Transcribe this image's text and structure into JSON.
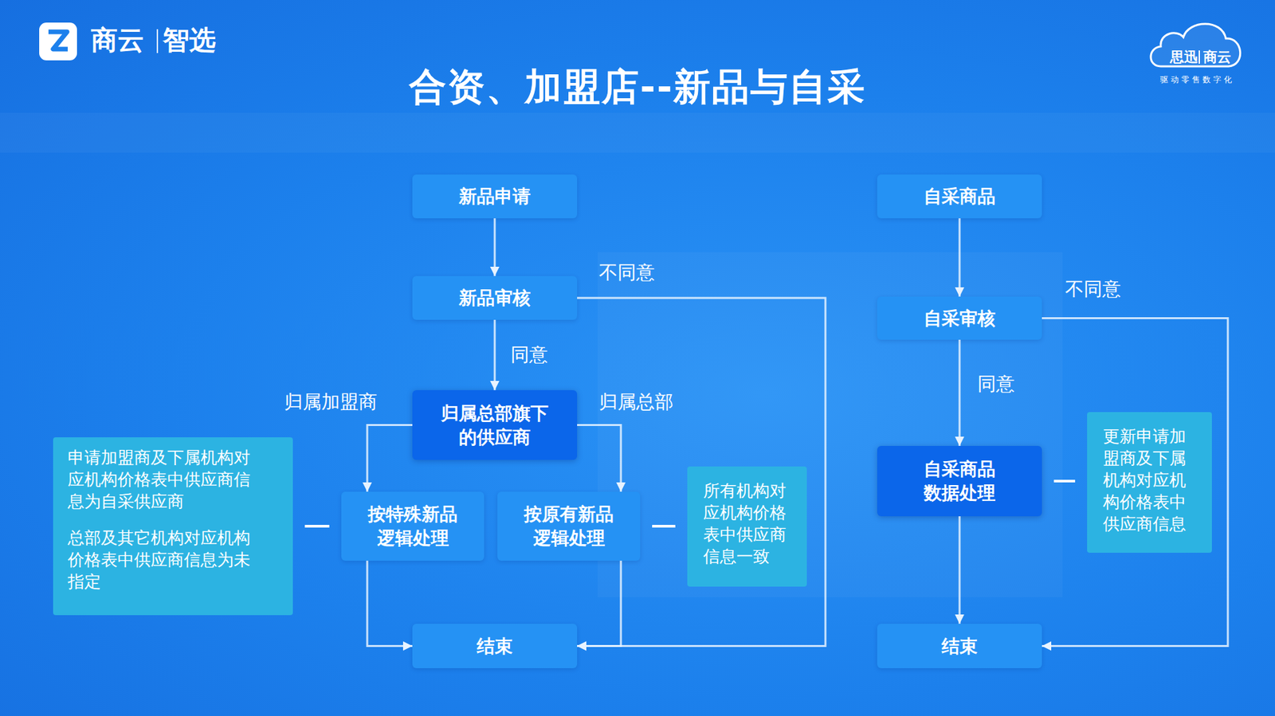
{
  "diagram": {
    "title": "合资、加盟店--新品与自采",
    "nodes": [
      {
        "text": [
          "新品申请"
        ]
      },
      {
        "text": [
          "新品审核"
        ]
      },
      {
        "text": [
          "归属总部旗下的供应商"
        ]
      },
      {
        "text": [
          "按特殊新品逻辑处理"
        ]
      },
      {
        "text": [
          "按原有新品逻辑处理"
        ]
      },
      {
        "text": [
          "结束"
        ]
      },
      {
        "text": [
          "申请加盟商及下属机构对应机构价格表中供应商信息为自采供应商",
          "总部及其它机构对应机构价格表中供应商信息为未指定"
        ]
      },
      {
        "text": [
          "所有机构对应机构价格表中供应商信息一致"
        ]
      },
      {
        "text": [
          "自采商品"
        ]
      },
      {
        "text": [
          "自采审核"
        ]
      },
      {
        "text": [
          "自采商品数据处理"
        ]
      },
      {
        "text": [
          "更新申请加盟商及下属机构对应机构价格表中供应商信息"
        ]
      },
      {
        "text": [
          "结束"
        ]
      }
    ],
    "edges": [
      {
        "from": 0,
        "to": 1,
        "arrow": "to"
      },
      {
        "from": 1,
        "to": 2,
        "label": "同意",
        "arrow": "to"
      },
      {
        "from": 1,
        "to": 5,
        "label": "不同意",
        "arrow": "to"
      },
      {
        "from": 2,
        "to": 3,
        "label": "归属加盟商",
        "arrow": "to"
      },
      {
        "from": 2,
        "to": 4,
        "label": "归属总部",
        "arrow": "to"
      },
      {
        "from": 3,
        "to": 5,
        "arrow": "to"
      },
      {
        "from": 4,
        "to": 5,
        "arrow": "to"
      },
      {
        "from": 3,
        "to": 6,
        "arrow": "none"
      },
      {
        "from": 4,
        "to": 7,
        "arrow": "none"
      },
      {
        "from": 8,
        "to": 9,
        "arrow": "to"
      },
      {
        "from": 9,
        "to": 10,
        "label": "同意",
        "arrow": "to"
      },
      {
        "from": 9,
        "to": 12,
        "label": "不同意",
        "arrow": "to"
      },
      {
        "from": 10,
        "to": 12,
        "arrow": "to"
      },
      {
        "from": 10,
        "to": 11,
        "arrow": "none"
      }
    ],
    "labels": [
      "商云",
      "智选",
      "思迅",
      "商云",
      "驱动零售数字化"
    ]
  }
}
